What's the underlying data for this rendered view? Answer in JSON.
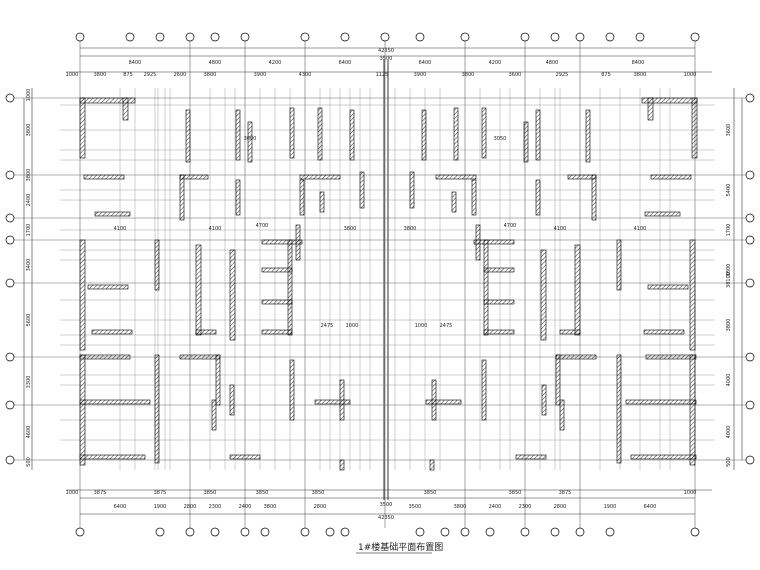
{
  "drawing_title": "1#楼基础平面布置图",
  "top_dimensions": {
    "overall": "42350",
    "center_split": "3500",
    "row1": [
      "8400",
      "4800",
      "4200",
      "6400",
      "6400",
      "4200",
      "4800",
      "8400"
    ],
    "row2": [
      "1000",
      "3800",
      "875",
      "2925",
      "2600",
      "3800",
      "3900",
      "4300",
      "1125",
      "3900",
      "3800",
      "3600",
      "2925",
      "875",
      "3800",
      "1000"
    ]
  },
  "bottom_dimensions": {
    "overall": "42350",
    "center_split": "3500",
    "row1": [
      "1000",
      "3875",
      "3875",
      "3850",
      "3850",
      "3850",
      "3850",
      "3850",
      "3875",
      "1000"
    ],
    "row2": [
      "6400",
      "1900",
      "2800",
      "2300",
      "2400",
      "3800",
      "2800",
      "3500",
      "3800",
      "2400",
      "2300",
      "2800",
      "1900",
      "6400"
    ]
  },
  "left_dimensions": [
    "1000",
    "3800",
    "3800",
    "2400",
    "1700",
    "3400",
    "5600",
    "3300",
    "4600",
    "500"
  ],
  "right_dimensions": [
    "3600",
    "5400",
    "1700",
    "3800",
    "3800",
    "4000",
    "4000",
    "500",
    "38100"
  ],
  "interior_dimensions": [
    "4100",
    "4100",
    "4100",
    "4100",
    "2475",
    "1000",
    "1000",
    "2475",
    "3800",
    "3800",
    "4700",
    "4700",
    "3000",
    "3050"
  ]
}
